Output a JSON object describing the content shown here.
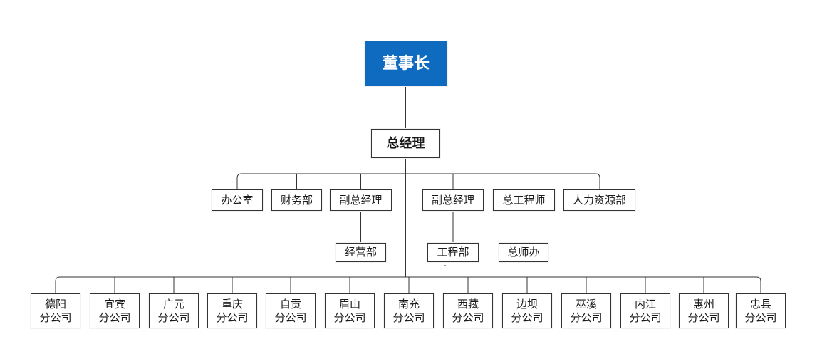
{
  "org": {
    "chairman": "董事长",
    "general_manager": "总经理",
    "departments": {
      "office": "办公室",
      "finance": "财务部",
      "deputy_gm_1": "副总经理",
      "deputy_gm_2": "副总经理",
      "chief_engineer": "总工程师",
      "hr": "人力资源部"
    },
    "subunits": {
      "business": "经营部",
      "engineering": "工程部",
      "chief_engineer_office": "总师办"
    },
    "branches": [
      {
        "city": "德阳",
        "suffix": "分公司"
      },
      {
        "city": "宜宾",
        "suffix": "分公司"
      },
      {
        "city": "广元",
        "suffix": "分公司"
      },
      {
        "city": "重庆",
        "suffix": "分公司"
      },
      {
        "city": "自贡",
        "suffix": "分公司"
      },
      {
        "city": "眉山",
        "suffix": "分公司"
      },
      {
        "city": "南充",
        "suffix": "分公司"
      },
      {
        "city": "西藏",
        "suffix": "分公司"
      },
      {
        "city": "边坝",
        "suffix": "分公司"
      },
      {
        "city": "巫溪",
        "suffix": "分公司"
      },
      {
        "city": "内江",
        "suffix": "分公司"
      },
      {
        "city": "惠州",
        "suffix": "分公司"
      },
      {
        "city": "忠县",
        "suffix": "分公司"
      }
    ]
  },
  "colors": {
    "chairman_fill": "#0f6bbf",
    "line": "#333333",
    "box_border": "#333333"
  }
}
